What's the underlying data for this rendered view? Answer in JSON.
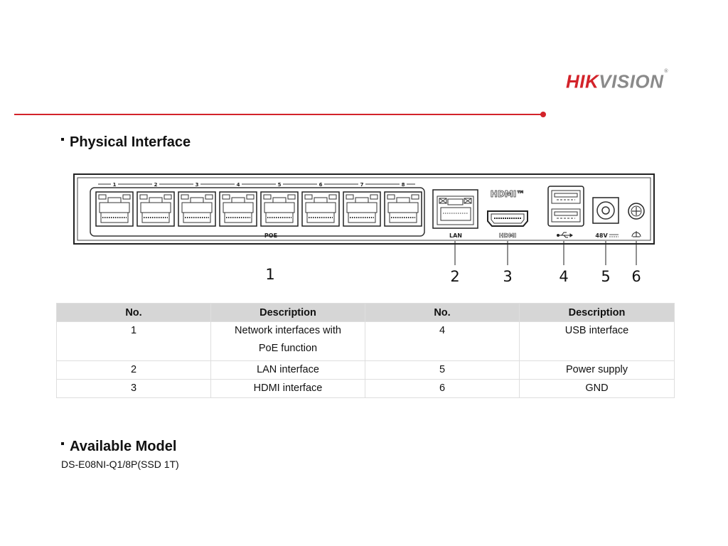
{
  "brand": {
    "part1": "HIK",
    "part2": "VISION",
    "mark": "®"
  },
  "sections": {
    "physical_interface": "Physical Interface",
    "available_model": "Available Model"
  },
  "device": {
    "port_numbers": [
      "1",
      "2",
      "3",
      "4",
      "5",
      "6",
      "7",
      "8"
    ],
    "poe_label": "POE",
    "lan_label": "LAN",
    "hdmi_logo": "HDMI™",
    "hdmi_label": "HDMI",
    "power_label": "48V",
    "usb_icon": "usb-icon",
    "gnd_icon": "ground-icon"
  },
  "callouts": [
    "1",
    "2",
    "3",
    "4",
    "5",
    "6"
  ],
  "table": {
    "headers": [
      "No.",
      "Description",
      "No.",
      "Description"
    ],
    "rows": [
      [
        "1",
        "Network interfaces with PoE function",
        "4",
        "USB interface"
      ],
      [
        "2",
        "LAN interface",
        "5",
        "Power supply"
      ],
      [
        "3",
        "HDMI interface",
        "6",
        "GND"
      ]
    ]
  },
  "model": "DS-E08NI-Q1/8P(SSD 1T)",
  "colors": {
    "accent": "#d3232a",
    "brand_gray": "#8a8a8a",
    "header_bg": "#d6d6d6"
  }
}
